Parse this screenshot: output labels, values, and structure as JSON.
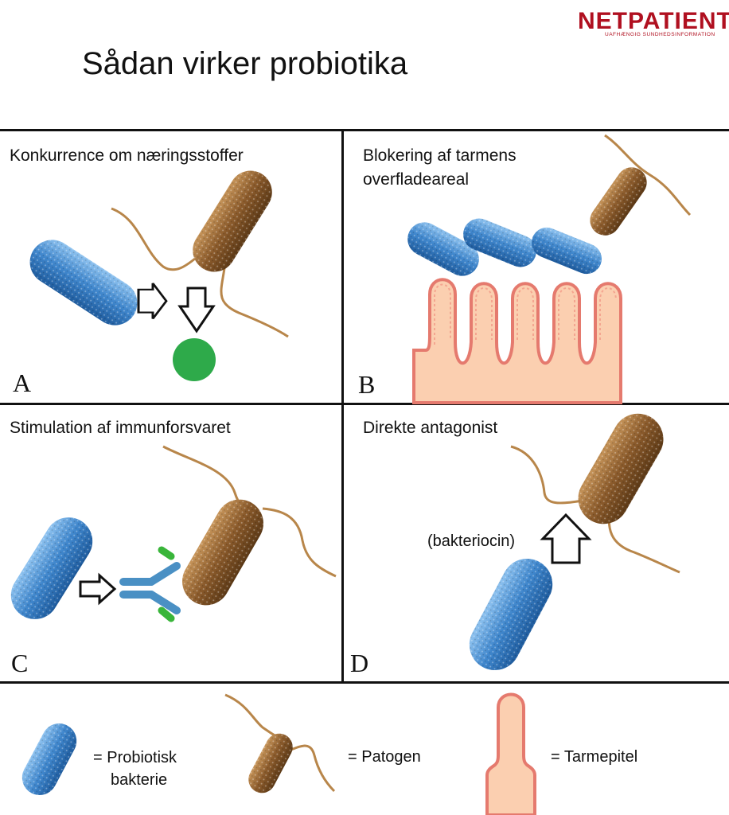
{
  "header": {
    "title": "Sådan virker probiotika",
    "logo_main": "NETPATIENT",
    "logo_sub": "UAFHÆNGIG SUNDHEDSINFORMATION"
  },
  "panels": [
    {
      "letter": "A",
      "title": "Konkurrence om næringsstoffer"
    },
    {
      "letter": "B",
      "title_line1": "Blokering af tarmens",
      "title_line2": "overfladeareal"
    },
    {
      "letter": "C",
      "title": "Stimulation af immunforsvaret"
    },
    {
      "letter": "D",
      "title": "Direkte antagonist",
      "annotation": "(bakteriocin)"
    }
  ],
  "legend": {
    "probiotic_line1": "= Probiotisk",
    "probiotic_line2": "bakterie",
    "pathogen": "= Patogen",
    "epithelium": "= Tarmepitel"
  },
  "colors": {
    "probiotic": "#4d8fcf",
    "pathogen": "#8a5a2b",
    "flagella": "#b8864a",
    "epithelium_fill": "#fbcfb0",
    "epithelium_edge": "#e57a6e",
    "nutrient": "#2eaa4a",
    "antibody": "#4a90c4",
    "antigen": "#39b53a",
    "brand": "#b01020"
  }
}
